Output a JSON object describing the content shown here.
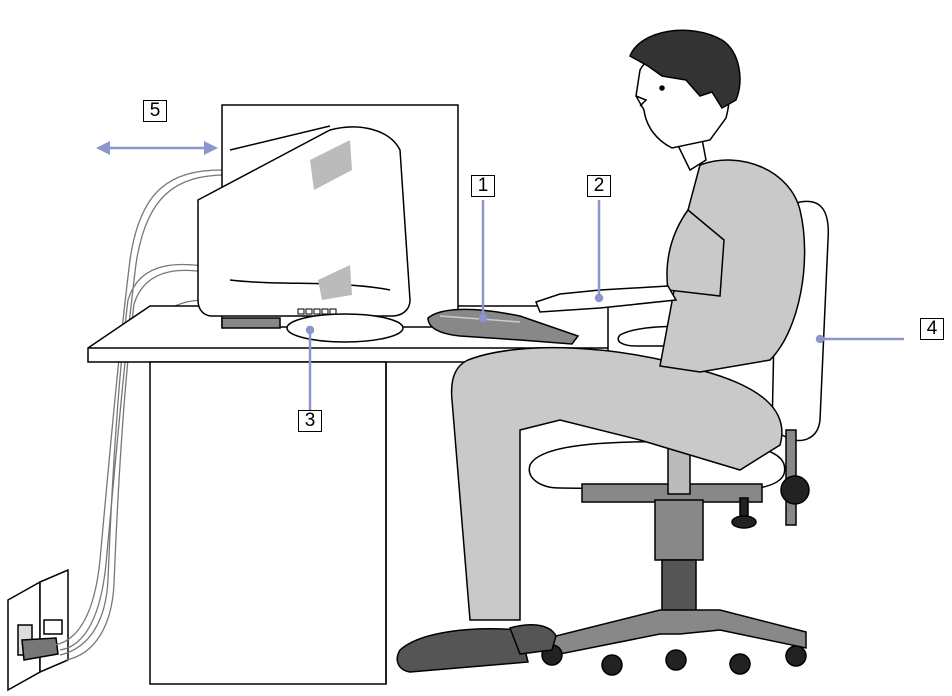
{
  "callouts": {
    "c1": "1",
    "c2": "2",
    "c3": "3",
    "c4": "4",
    "c5": "5"
  },
  "colors": {
    "line": "#000000",
    "callout_line": "#8a96cc",
    "body_grey": "#c9c9c9",
    "dark_grey": "#555555",
    "skin": "#ffffff"
  },
  "icons": [
    "monitor",
    "keyboard",
    "desk",
    "chair",
    "person",
    "power-outlet",
    "double-arrow"
  ]
}
